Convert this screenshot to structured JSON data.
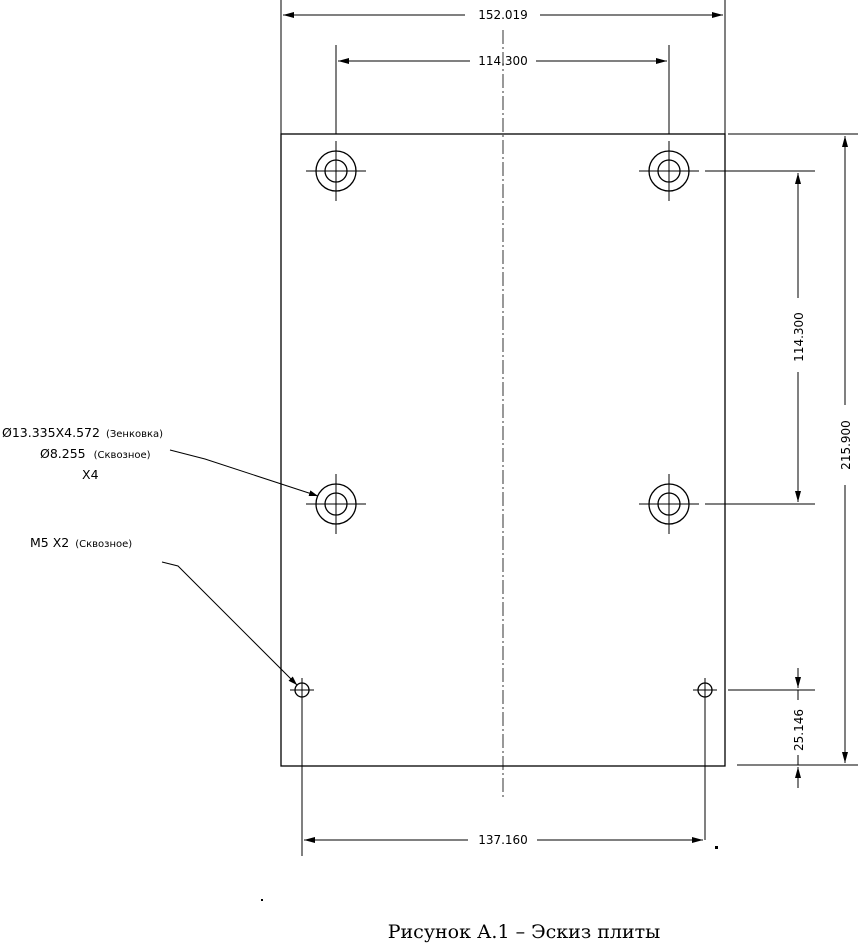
{
  "dimensions": {
    "overall_width": "152.019",
    "hole_spacing_x_top": "114.300",
    "hole_spacing_x_bottom": "137.160",
    "hole_spacing_y": "114.300",
    "overall_height": "215.900",
    "bottom_offset": "25.146"
  },
  "notes": {
    "counterbore_main": "Ø13.335Х4.572",
    "counterbore_kind": "(Зенковка)",
    "through_main": "Ø8.255",
    "through_kind": "(Сквозное)",
    "count": "Х4",
    "thread_main": "М5 Х2",
    "thread_kind": "(Сквозное)"
  },
  "caption": "Рисунок А.1 – Эскиз плиты"
}
